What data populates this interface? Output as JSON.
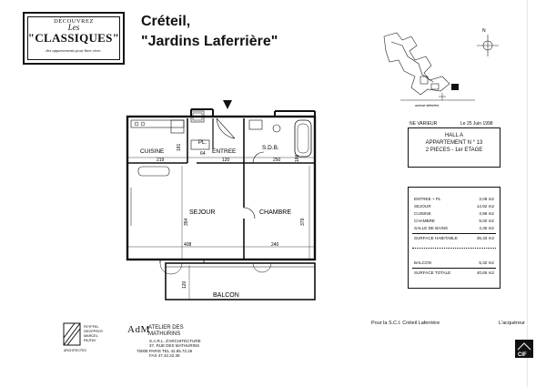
{
  "logo": {
    "line1": "DÉCOUVREZ",
    "line2": "Les",
    "line3": "\"CLASSIQUES\"",
    "line4": "des appartements pour bien vivre."
  },
  "header": {
    "city": "Créteil,",
    "residence": "\"Jardins Laferrière\""
  },
  "plan": {
    "rooms": {
      "cuisine": "CUISINE",
      "pl": "PL.",
      "entree": "ENTREE",
      "sdb": "S.D.B.",
      "sejour": "SEJOUR",
      "chambre": "CHAMBRE",
      "balcon": "BALCON"
    },
    "dimensions": {
      "cuisine_w": "219",
      "cuisine_h": "181",
      "pl_w": "64",
      "entree_w": "120",
      "sdb_w": "250",
      "sdb_h": "186",
      "sejour_h": "354",
      "sejour_w": "408",
      "chambre_h": "379",
      "chambre_w": "240",
      "balcon_h": "120"
    }
  },
  "location_map": {
    "street_label": "avenue laferrière"
  },
  "info": {
    "varieteur": "NE VARIEUR",
    "date": "Le 25 Juin 1998"
  },
  "apartment": {
    "hall": "HALL A",
    "number": "APPARTEMENT N ° 13",
    "type": "2 PIECES - 1er ETAGE"
  },
  "surfaces": {
    "rows": [
      {
        "label": "ENTREE + PL",
        "value": "3,09 m2"
      },
      {
        "label": "SEJOUR",
        "value": "14,92 m2"
      },
      {
        "label": "CUISINE",
        "value": "3,96 m2"
      },
      {
        "label": "CHAMBRE",
        "value": "9,00 m2"
      },
      {
        "label": "SALLE DE BAINS",
        "value": "4,35 m2"
      }
    ],
    "habitable_label": "SURFACE HABITABLE",
    "habitable_value": "35,33 m2",
    "balcon_label": "BALCON",
    "balcon_value": "5,32 m2",
    "total_label": "SURFACE TOTALE",
    "total_value": "40,65 m2"
  },
  "architect": {
    "logo_lines": [
      "FEYFFEL",
      "GEOFFROY",
      "MARCEL",
      "PAJTAY"
    ],
    "logo_caption": "ARCHITECTES",
    "monogram": "AdM",
    "name_line1": "ATELIER DES",
    "name_line2": "MATHURINS",
    "sarl": "S.A.R.L. d'ARCHITECTURE",
    "address": "37, RUE DES MATHURINS",
    "phone": "75008 PARIS TEL 42.65.72.26",
    "fax": "FAX 47.42.22.39"
  },
  "footer": {
    "sci": "Pour la S.C.I. Créteil Laferrière",
    "acquereur": "L'acquéreur",
    "stamp": "CIF"
  }
}
